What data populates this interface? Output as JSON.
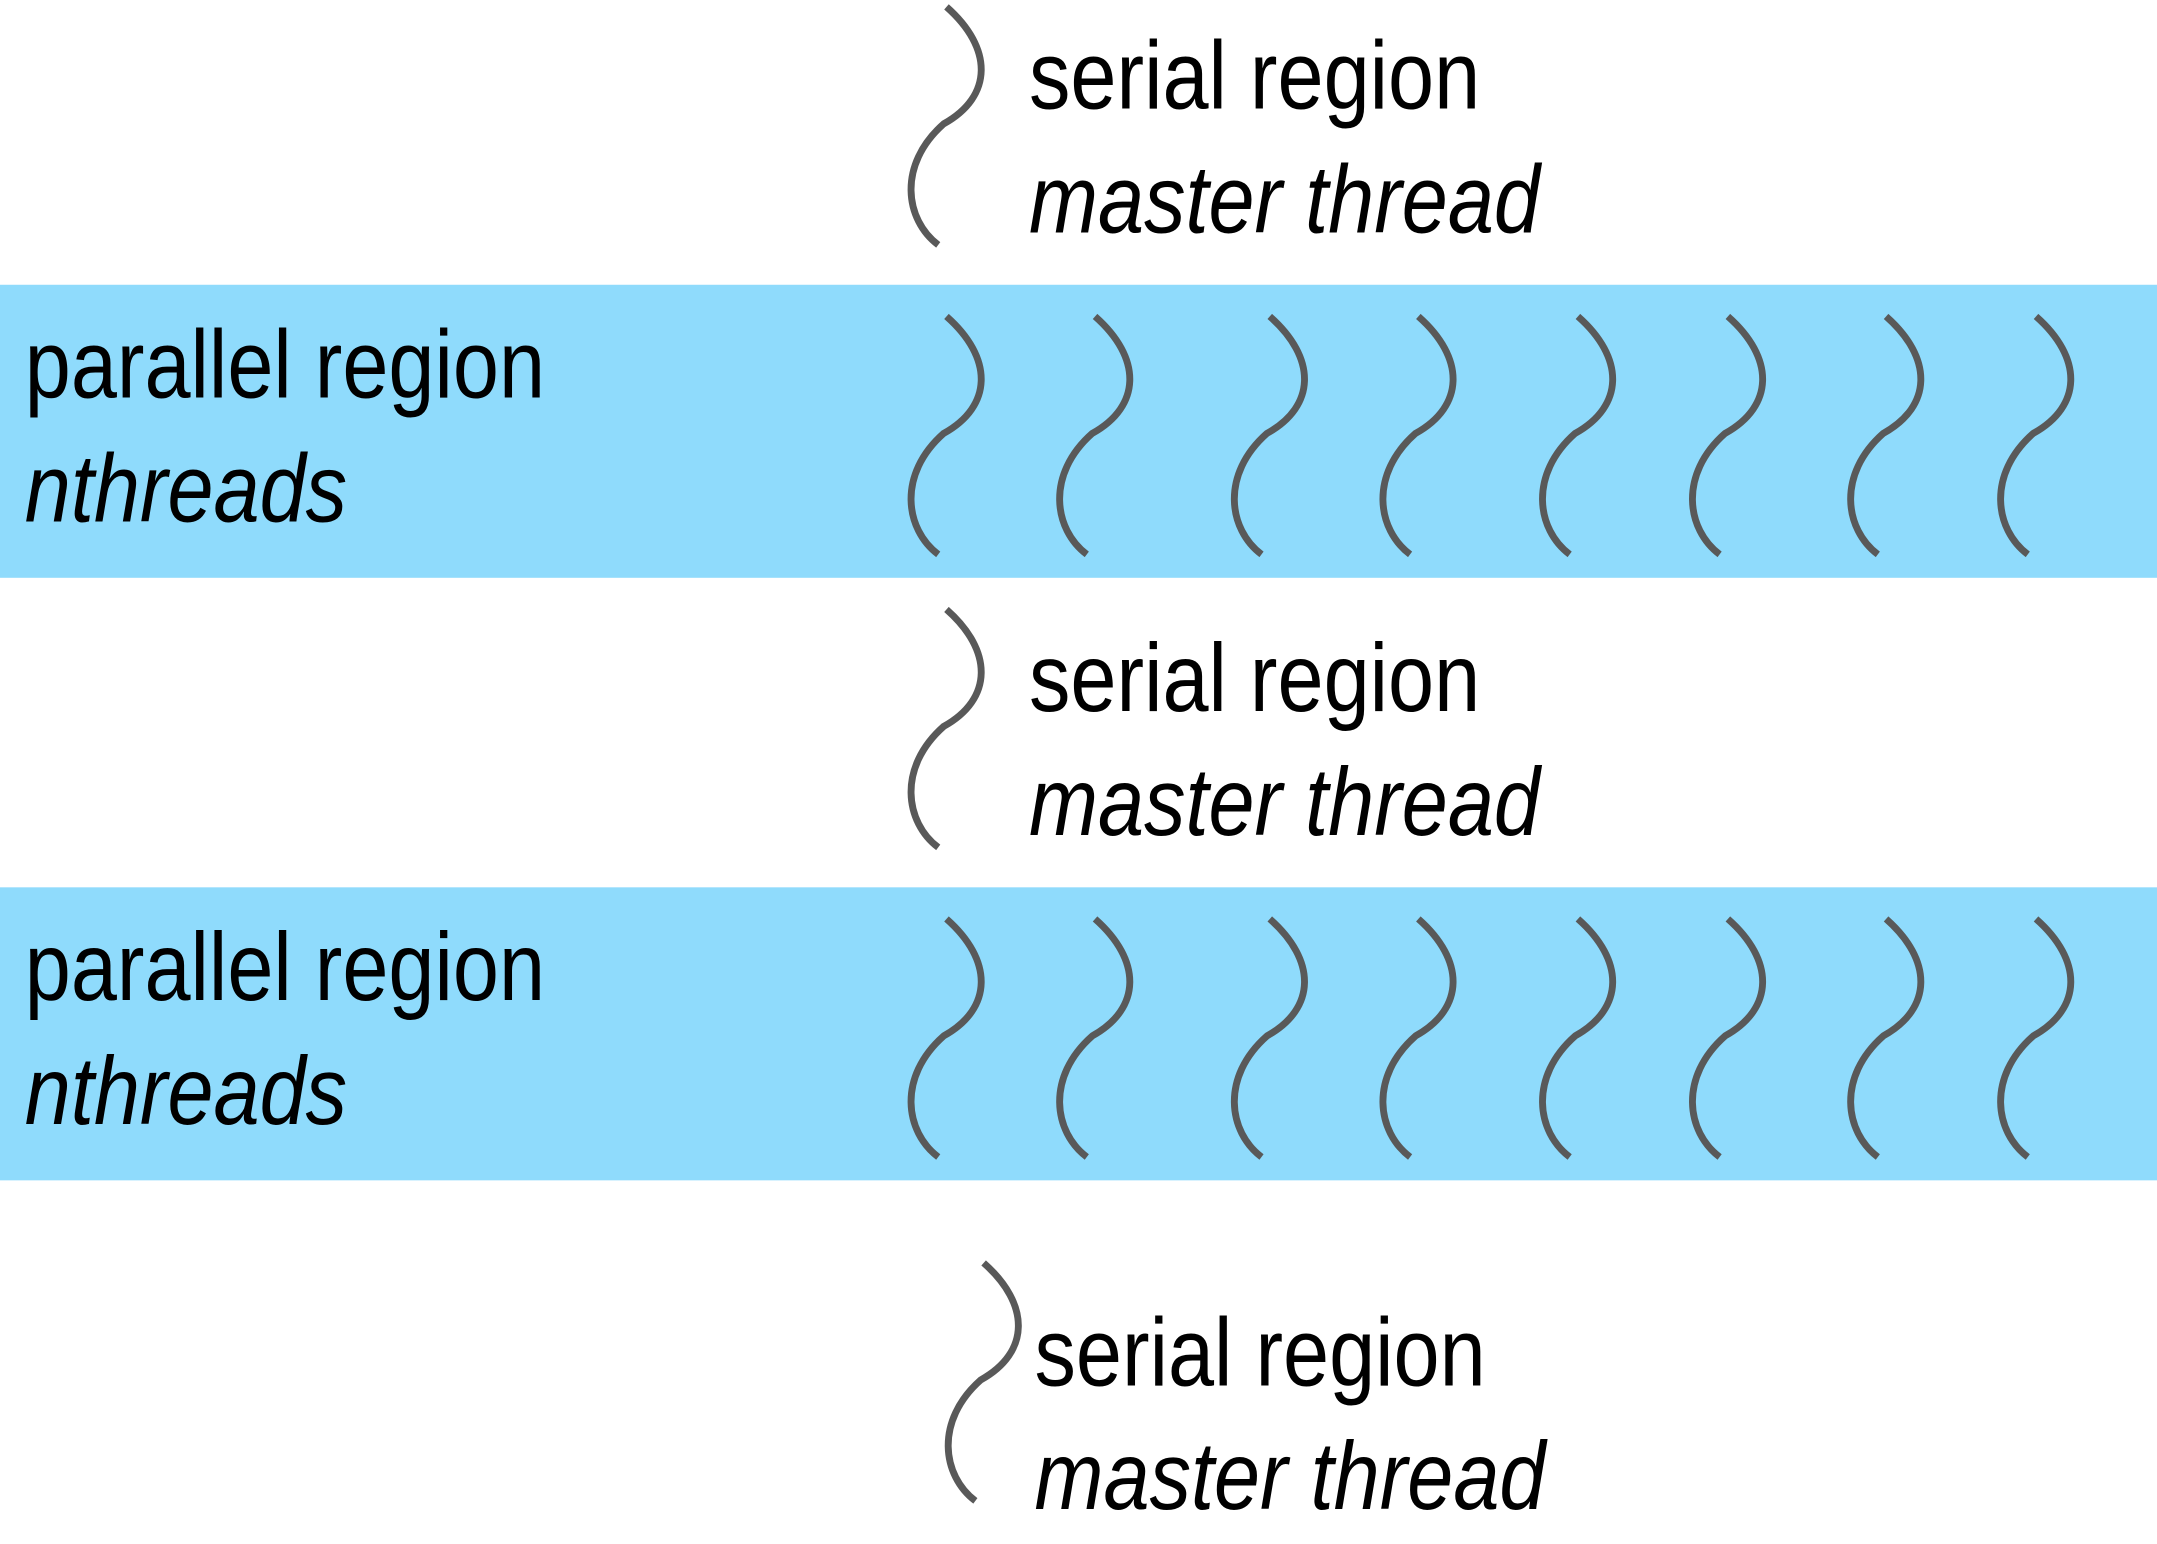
{
  "diagram": {
    "title": "",
    "sections": [
      {
        "type": "serial",
        "label": "serial region",
        "sublabel": "master thread",
        "thread_count": 1
      },
      {
        "type": "parallel",
        "label": "parallel region",
        "sublabel": "nthreads",
        "thread_count": 8
      },
      {
        "type": "serial",
        "label": "serial region",
        "sublabel": "master thread",
        "thread_count": 1
      },
      {
        "type": "parallel",
        "label": "parallel region",
        "sublabel": "nthreads",
        "thread_count": 8
      },
      {
        "type": "serial",
        "label": "serial region",
        "sublabel": "master thread",
        "thread_count": 1
      }
    ],
    "colors": {
      "parallel_band": "#8FDBFC",
      "thread_stroke": "#595959",
      "text": "#000000"
    },
    "icons": {
      "thread": "wavy-thread-icon"
    }
  }
}
